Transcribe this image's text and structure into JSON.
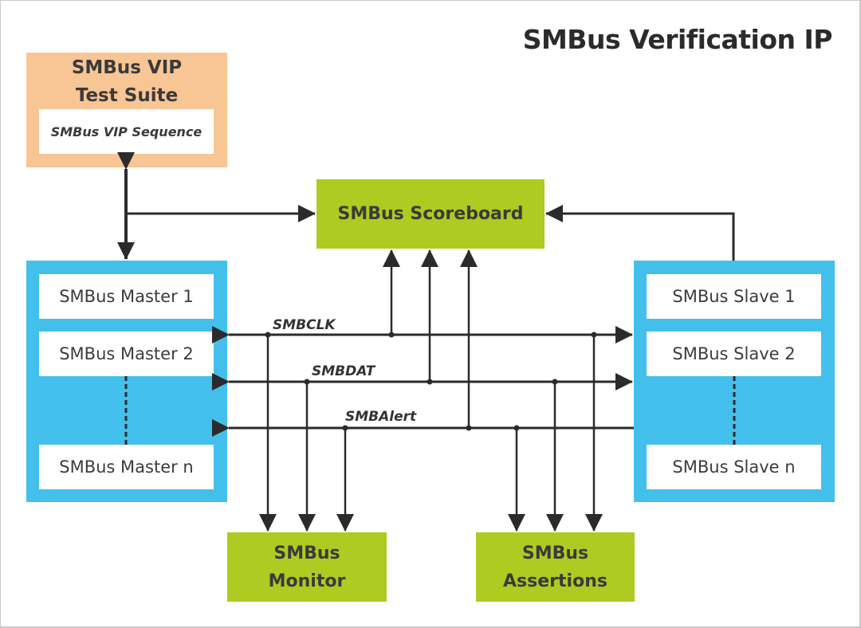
{
  "title": "SMBus Verification IP",
  "test_suite": {
    "title_line1": "SMBus VIP",
    "title_line2": "Test Suite",
    "sequence_label": "SMBus VIP Sequence"
  },
  "scoreboard": {
    "label": "SMBus Scoreboard"
  },
  "masters": {
    "items": [
      "SMBus Master 1",
      "SMBus Master 2",
      "SMBus Master n"
    ]
  },
  "slaves": {
    "items": [
      "SMBus Slave 1",
      "SMBus Slave 2",
      "SMBus Slave n"
    ]
  },
  "signals": [
    "SMBCLK",
    "SMBDAT",
    "SMBAlert"
  ],
  "monitor": {
    "line1": "SMBus",
    "line2": "Monitor"
  },
  "assertions": {
    "line1": "SMBus",
    "line2": "Assertions"
  },
  "colors": {
    "test_suite": "#f8c595",
    "component_green": "#adcb21",
    "agent_blue": "#43bfec",
    "line": "#2b2b2b"
  }
}
